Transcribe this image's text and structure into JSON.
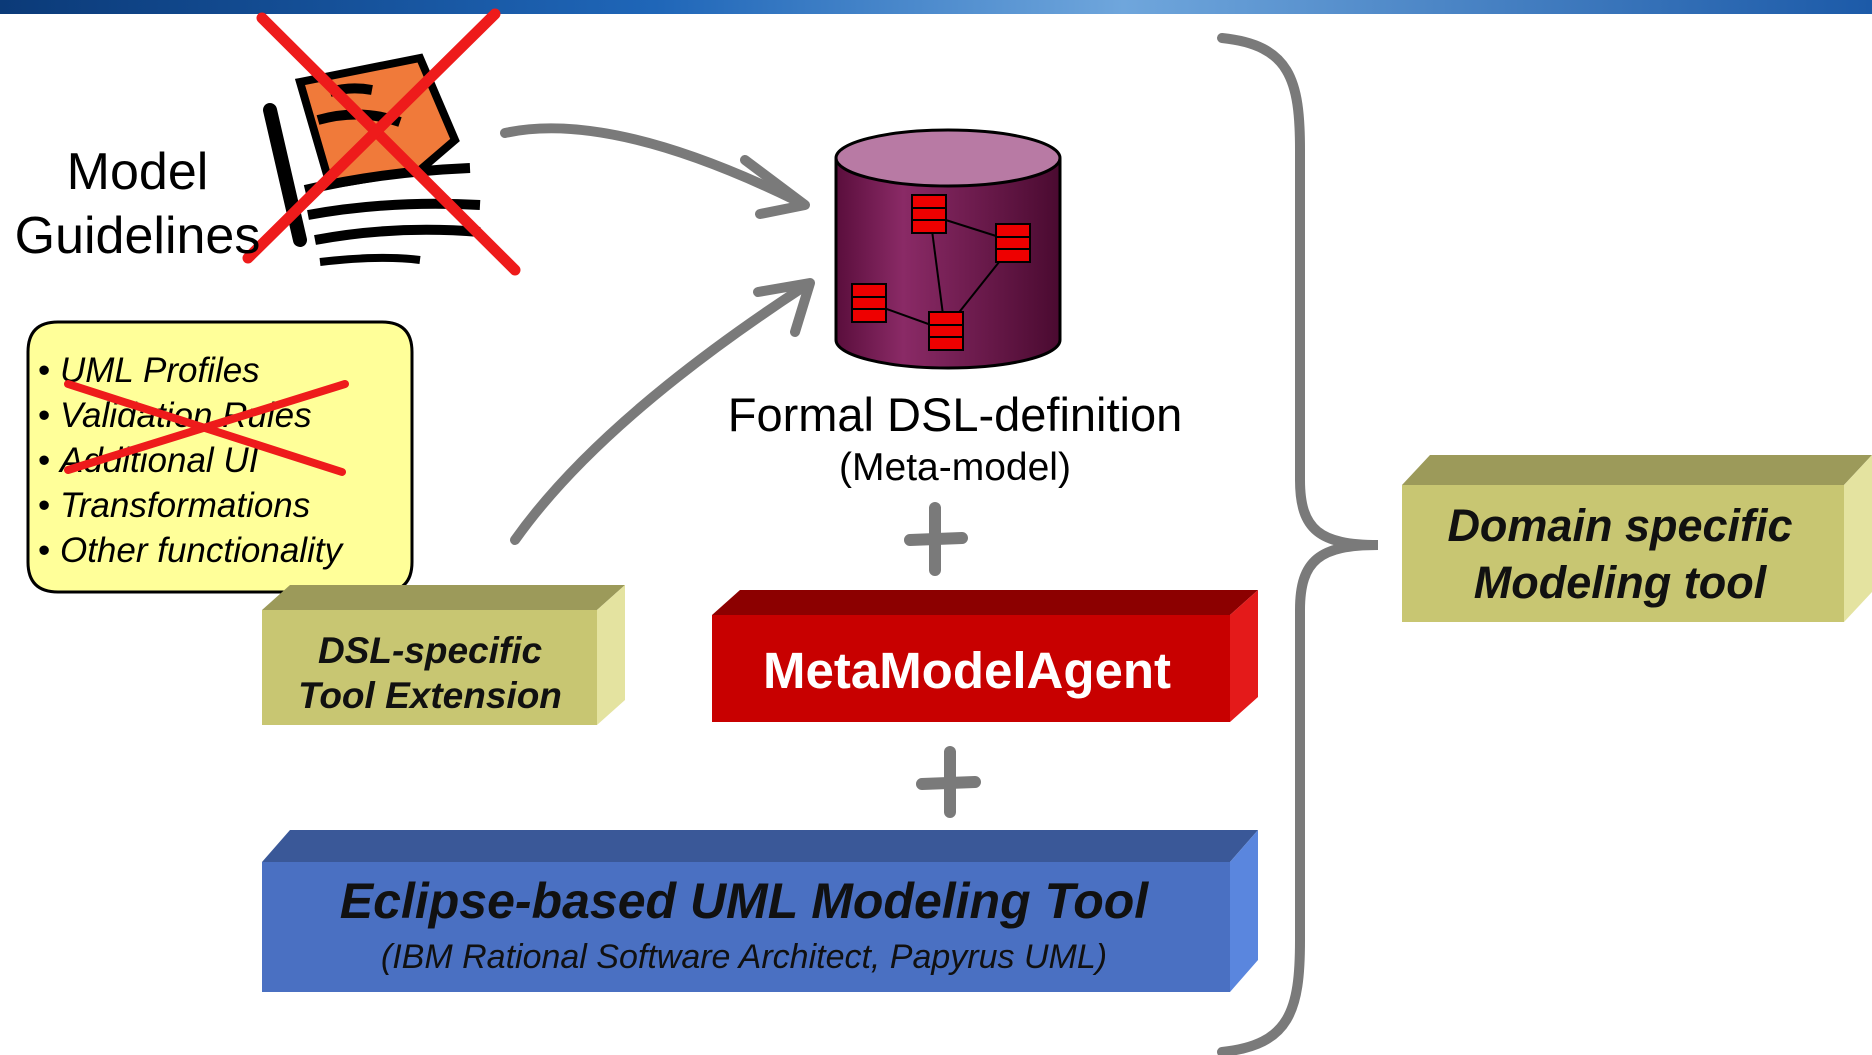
{
  "model_guidelines": {
    "label_line1": "Model",
    "label_line2": "Guidelines"
  },
  "callout": {
    "items": [
      {
        "label": "UML Profiles",
        "struck": false
      },
      {
        "label": "Validation Rules",
        "struck": true
      },
      {
        "label": "Additional UI",
        "struck": true
      },
      {
        "label": "Transformations",
        "struck": false
      },
      {
        "label": "Other functionality",
        "struck": false
      }
    ]
  },
  "dsl_definition": {
    "title": "Formal DSL-definition",
    "subtitle": "(Meta-model)"
  },
  "tool_extension": {
    "line1": "DSL-specific",
    "line2": "Tool Extension"
  },
  "meta_model_agent": {
    "label": "MetaModelAgent"
  },
  "eclipse_tool": {
    "label": "Eclipse-based UML Modeling Tool",
    "sublabel": "(IBM Rational Software Architect, Papyrus UML)"
  },
  "domain_tool": {
    "line1": "Domain specific",
    "line2": "Modeling tool"
  },
  "colors": {
    "olive_box": "#c8c672",
    "olive_top": "#9c9a5a",
    "olive_side": "#e4e3a0",
    "red_box": "#c80000",
    "red_top": "#8c0000",
    "red_side": "#e41a1a",
    "blue_box": "#4a70c2",
    "blue_top": "#3a5898",
    "blue_side": "#5a86de",
    "callout_fill": "#ffff99",
    "cross_red": "#ee1b1b",
    "arrow_gray": "#7a7a7a"
  }
}
